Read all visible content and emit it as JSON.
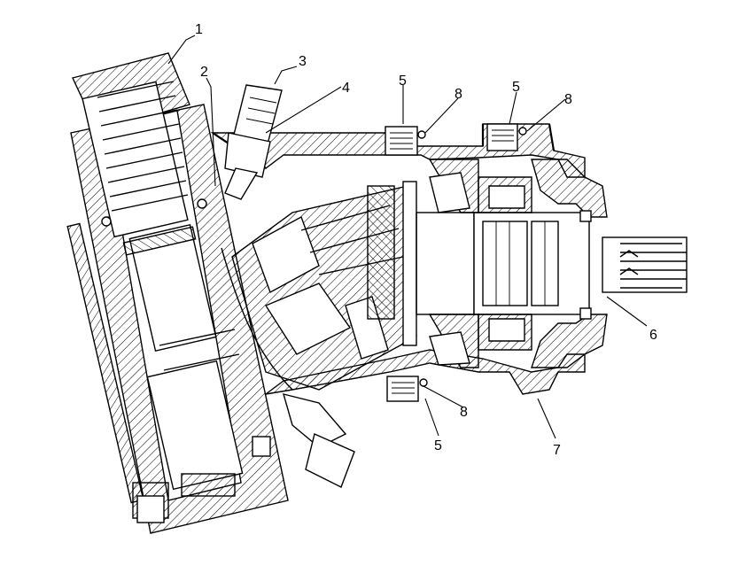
{
  "labels": {
    "l1": "1",
    "l2": "2",
    "l3": "3",
    "l4": "4",
    "l5a": "5",
    "l5b": "5",
    "l5c": "5",
    "l6": "6",
    "l7": "7",
    "l8a": "8",
    "l8b": "8",
    "l8c": "8"
  }
}
